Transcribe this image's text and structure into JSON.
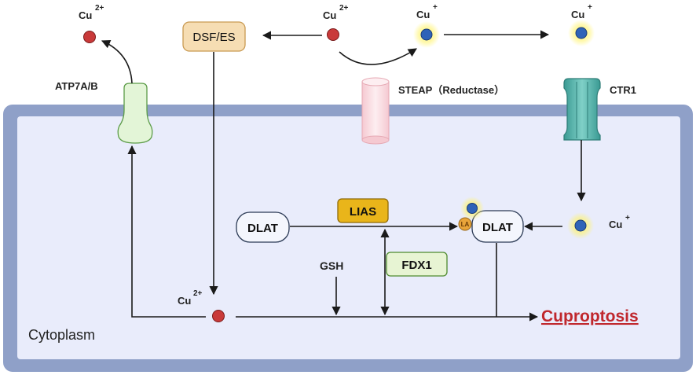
{
  "labels": {
    "cu2_top_left": "Cu",
    "cu2_top_left_charge": "2+",
    "cu2_top_center": "Cu",
    "cu2_top_center_charge": "2+",
    "cu1_top": "Cu",
    "cu1_top_charge": "+",
    "cu1_top_right": "Cu",
    "cu1_top_right_charge": "+",
    "cu1_inside": "Cu",
    "cu1_inside_charge": "+",
    "cu2_inside": "Cu",
    "cu2_inside_charge": "2+",
    "dsf_es": "DSF/ES",
    "atp7": "ATP7A/B",
    "steap": "STEAP（Reductase）",
    "ctr1": "CTR1",
    "dlat_left": "DLAT",
    "dlat_right": "DLAT",
    "la": "LA",
    "lias": "LIAS",
    "fdx1": "FDX1",
    "gsh": "GSH",
    "cytoplasm": "Cytoplasm",
    "cuproptosis": "Cuproptosis"
  },
  "colors": {
    "cell_border": "#8fa0c8",
    "cytoplasm_fill": "#e9ecfb",
    "cu2_ion": "#c93a3a",
    "cu1_ion": "#2f63b8",
    "cu1_glow": "#fff36a",
    "dsf_box": "#f6ddb3",
    "lias_box": "#e9b51a",
    "fdx1_box": "#e7f4d3",
    "dlat_box": "#f4f6fd",
    "atp7_fill": "#e3f5d7",
    "steap_fill": "#fbe0e5",
    "ctr1_fill": "#5fb8b0",
    "cuproptosis_text": "#c0272d"
  }
}
